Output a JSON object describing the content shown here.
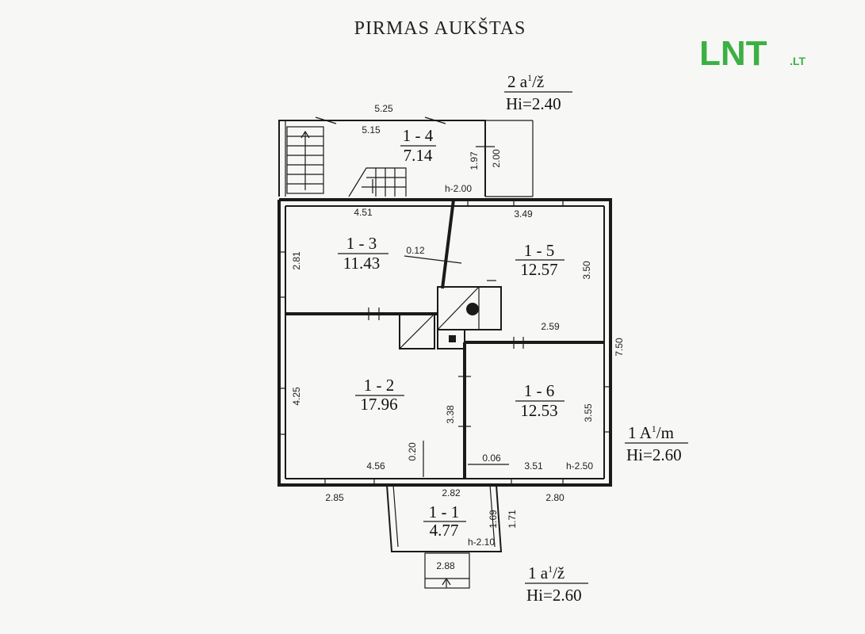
{
  "title": "PIRMAS AUKŠTAS",
  "logo": {
    "main": "LNT",
    "suffix": ".LT",
    "color": "#3cb043"
  },
  "rooms": [
    {
      "id": "1-4",
      "code": "1 - 4",
      "area": "7.14"
    },
    {
      "id": "1-3",
      "code": "1 - 3",
      "area": "11.43"
    },
    {
      "id": "1-5",
      "code": "1 - 5",
      "area": "12.57"
    },
    {
      "id": "1-2",
      "code": "1 - 2",
      "area": "17.96"
    },
    {
      "id": "1-6",
      "code": "1 - 6",
      "area": "12.53"
    },
    {
      "id": "1-1",
      "code": "1 - 1",
      "area": "4.77"
    }
  ],
  "annotations": {
    "upper_right": {
      "label": "2 a",
      "sup": "1",
      "suffix": "/ž",
      "hi": "Hi=2.40"
    },
    "right": {
      "label": "1 A",
      "sup": "1",
      "suffix": "/m",
      "hi": "Hi=2.60"
    },
    "bottom": {
      "label": "1 a",
      "sup": "1",
      "suffix": "/ž",
      "hi": "Hi=2.60"
    }
  },
  "dimensions": {
    "d525": "5.25",
    "d515": "5.15",
    "d197": "1.97",
    "d200": "2.00",
    "h200": "h-2.00",
    "d451": "4.51",
    "d349": "3.49",
    "d012": "0.12",
    "d281": "2.81",
    "d350": "3.50",
    "d259": "2.59",
    "d750": "7.50",
    "d425": "4.25",
    "d338": "3.38",
    "d355": "3.55",
    "d020": "0.20",
    "d456": "4.56",
    "d006": "0.06",
    "d351": "3.51",
    "h250": "h-2.50",
    "d285": "2.85",
    "d282": "2.82",
    "d280": "2.80",
    "d169": "1.69",
    "d171": "1.71",
    "h210": "h-2.10",
    "d288": "2.88"
  }
}
